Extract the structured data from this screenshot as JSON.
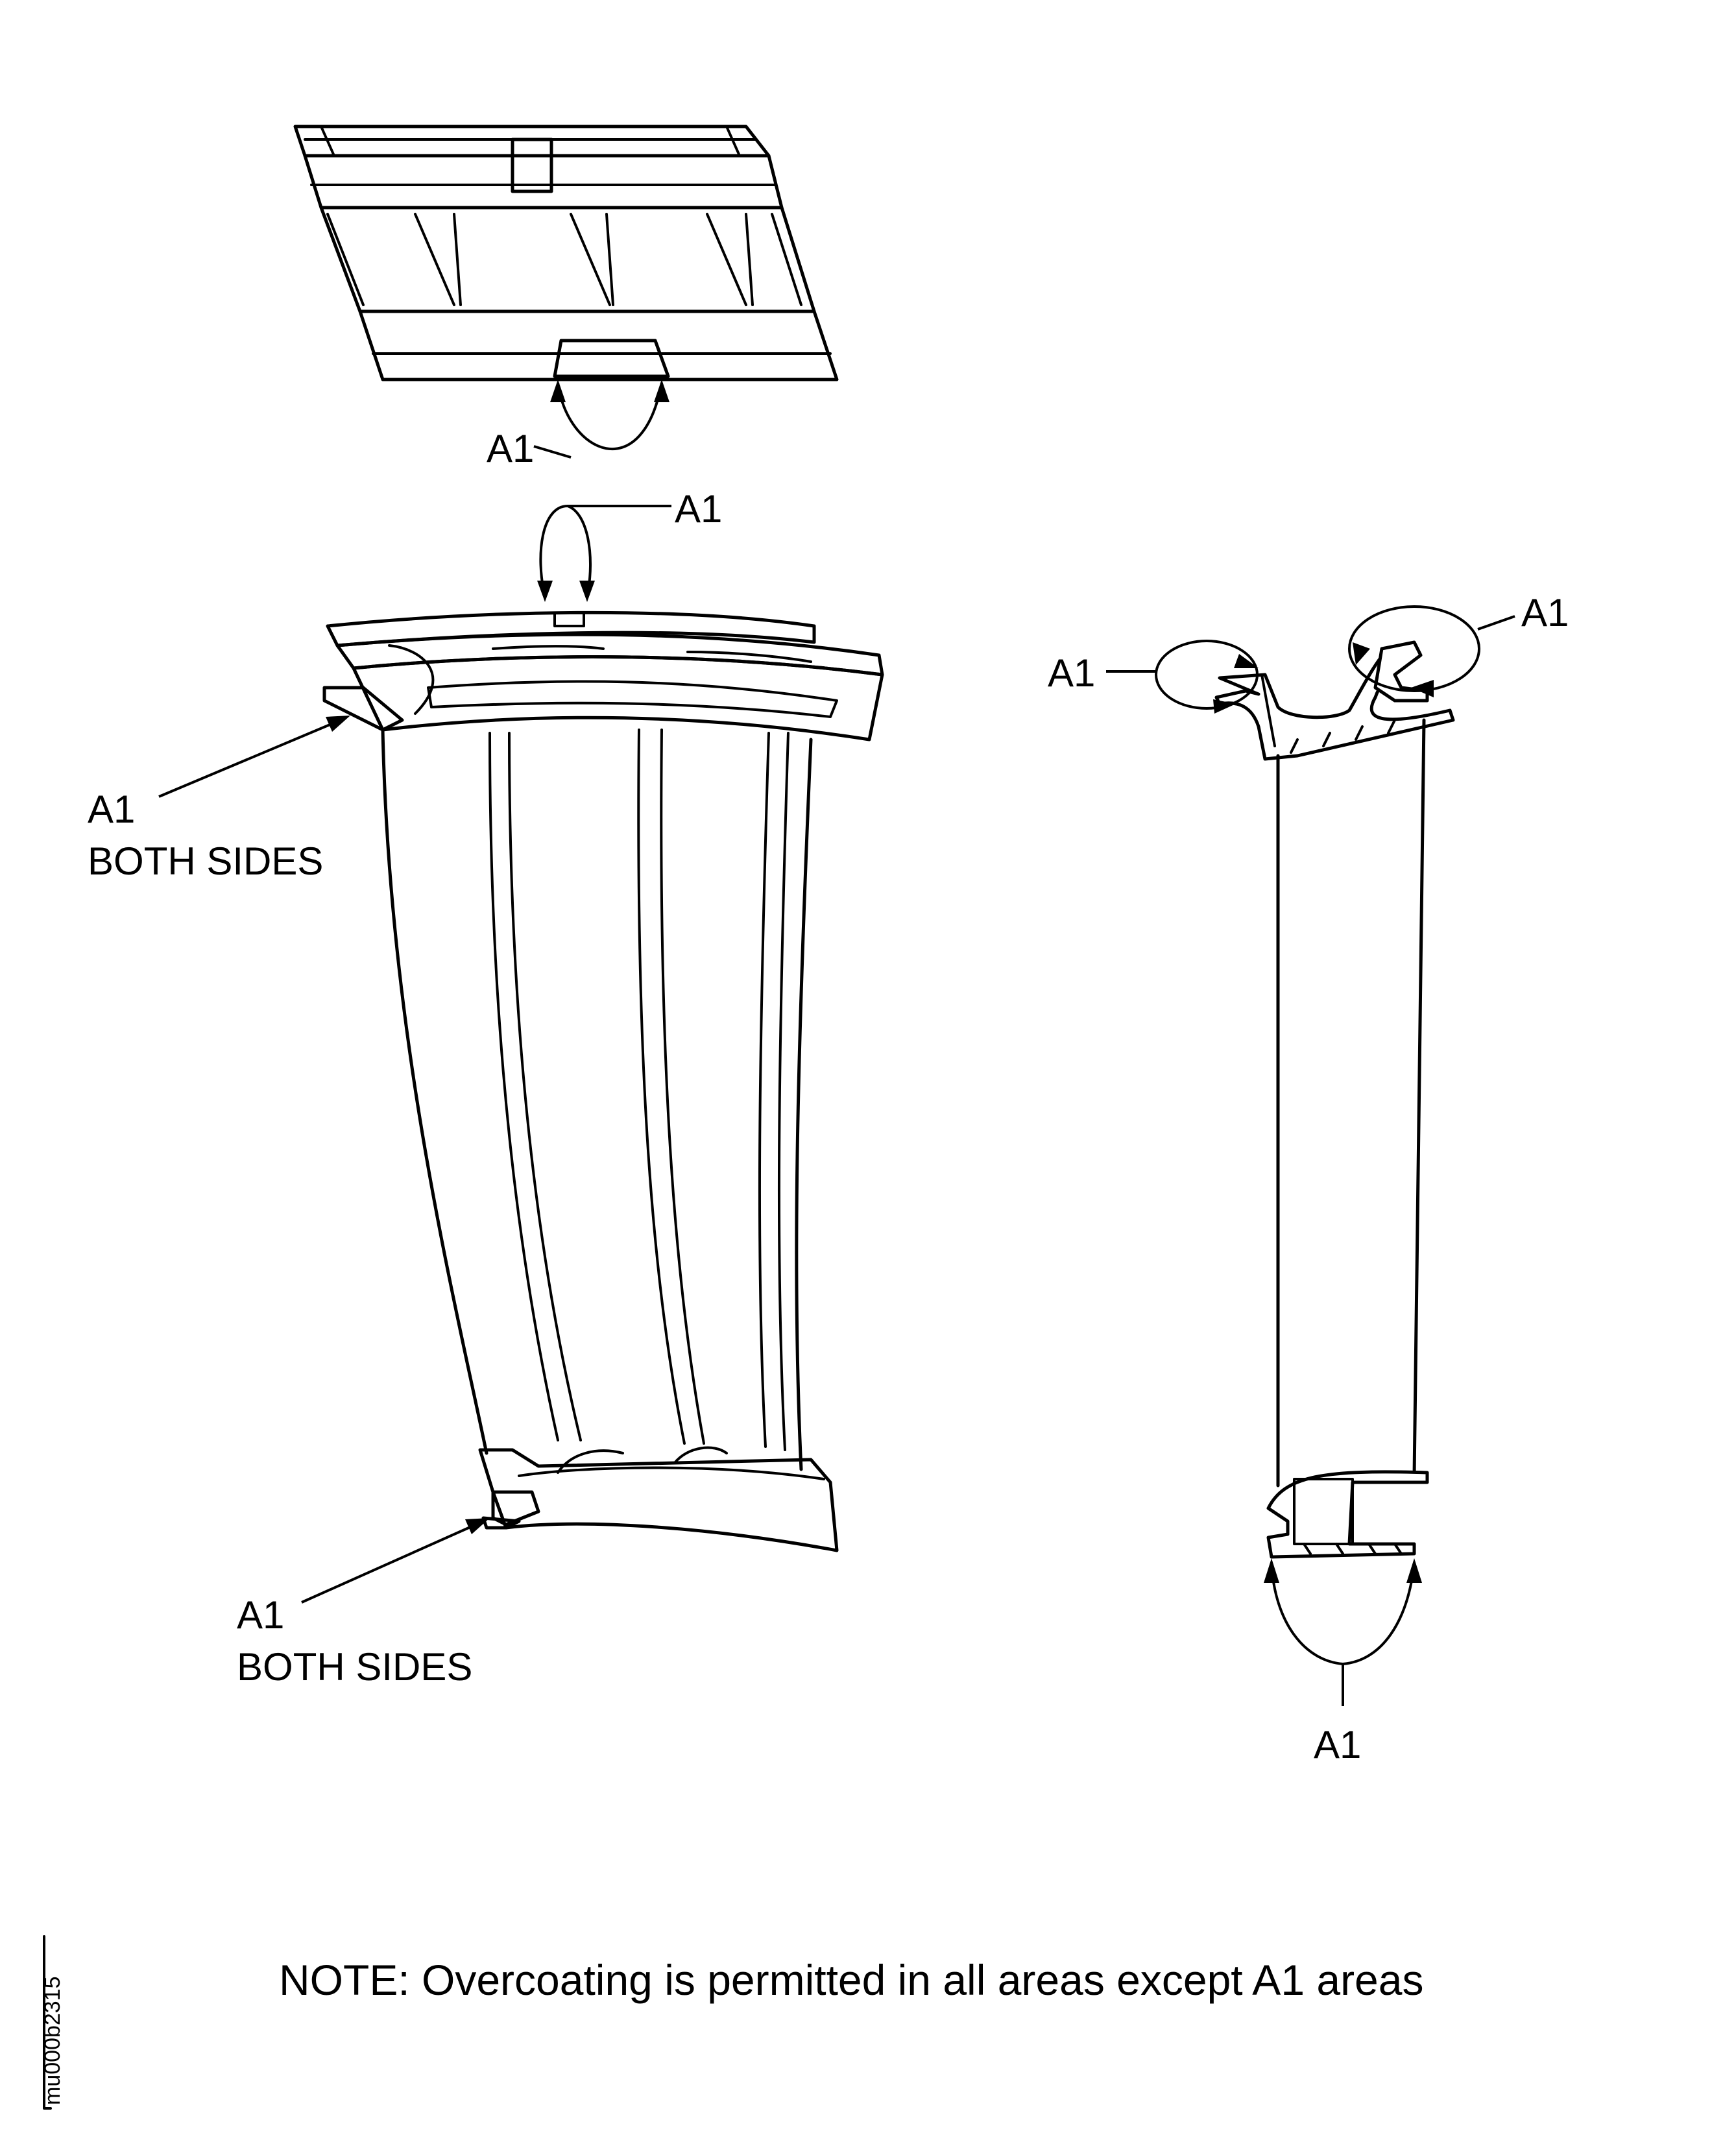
{
  "callouts": {
    "top_part": "A1",
    "blade_tip": "A1",
    "blade_platform": "A1",
    "blade_platform_note": "BOTH SIDES",
    "blade_root": "A1",
    "blade_root_note": "BOTH SIDES",
    "section_left": "A1",
    "section_right": "A1",
    "section_bottom": "A1"
  },
  "note": "NOTE: Overcoating is permitted in all areas except A1 areas",
  "figure_id": "mu000b2315"
}
